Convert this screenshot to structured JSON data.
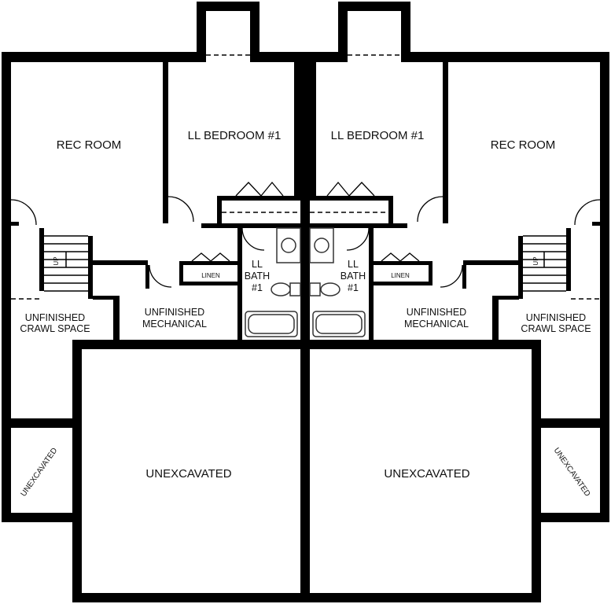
{
  "rooms": {
    "rec_room_left": "REC ROOM",
    "rec_room_right": "REC ROOM",
    "bedroom_left": "LL BEDROOM #1",
    "bedroom_right": "LL BEDROOM #1",
    "bath_left": [
      "LL",
      "BATH",
      "#1"
    ],
    "bath_right": [
      "LL",
      "BATH",
      "#1"
    ],
    "linen_left": "LINEN",
    "linen_right": "LINEN",
    "mechanical_left": [
      "UNFINISHED",
      "MECHANICAL"
    ],
    "mechanical_right": [
      "UNFINISHED",
      "MECHANICAL"
    ],
    "crawl_left": [
      "UNFINISHED",
      "CRAWL SPACE"
    ],
    "crawl_right": [
      "UNFINISHED",
      "CRAWL SPACE"
    ],
    "unexcavated_left": "UNEXCAVATED",
    "unexcavated_right": "UNEXCAVATED",
    "unexcavated_small_left": "UNEXCAVATED",
    "unexcavated_small_right": "UNEXCAVATED"
  },
  "stairs": {
    "up_label": "UP"
  },
  "colors": {
    "wall": "#000000",
    "background": "#ffffff",
    "fixture": "#333333"
  }
}
